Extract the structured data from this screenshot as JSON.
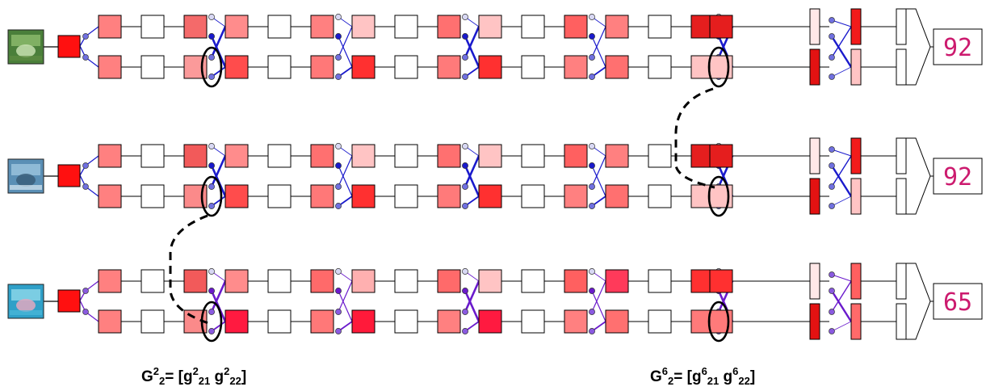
{
  "rows": [
    {
      "output": "92",
      "edge_color": "#1a1acc",
      "dot_color": "#7070e0",
      "thumb_colors": [
        "#4a7f3a",
        "#8dbd6e",
        "#c7e0b0",
        "#5e8c42"
      ],
      "stages": [
        {
          "top": [
            "#ff8080",
            "#ffffff",
            "#f46a6a"
          ],
          "bottom": [
            "#ff8080",
            "#ffffff",
            "#fb9a9a"
          ]
        },
        {
          "top": [
            "#ff8c8c",
            "#ffffff",
            "#ff8080"
          ],
          "bottom": [
            "#ff4c4c",
            "#ffffff",
            "#ff7878"
          ]
        },
        {
          "top": [
            "#ffc4c4",
            "#ffffff",
            "#ff7070"
          ],
          "bottom": [
            "#ff3030",
            "#ffffff",
            "#ff7a7a"
          ]
        },
        {
          "top": [
            "#ffc4c4",
            "#ffffff",
            "#ff6060"
          ],
          "bottom": [
            "#ff3030",
            "#ffffff",
            "#ff8080"
          ]
        },
        {
          "top": [
            "#ff8080",
            "#ffffff",
            "#e51e1e"
          ],
          "bottom": [
            "#ff7070",
            "#ffffff",
            "#ffc4c4"
          ]
        }
      ],
      "final": {
        "top": [
          "#ffe8e8",
          "#f21b1b",
          "#ffffff"
        ],
        "bottom": [
          "#e31212",
          "#ffc4c4",
          "#ffffff"
        ]
      }
    },
    {
      "output": "92",
      "edge_color": "#1a1acc",
      "dot_color": "#7070e0",
      "thumb_colors": [
        "#5a8fb5",
        "#9cc4de",
        "#3a5e7a",
        "#d8e8f2"
      ],
      "stages": [
        {
          "top": [
            "#ff8080",
            "#ffffff",
            "#f25a5a"
          ],
          "bottom": [
            "#ff8080",
            "#ffffff",
            "#fb8a8a"
          ]
        },
        {
          "top": [
            "#ff8c8c",
            "#ffffff",
            "#ff7070"
          ],
          "bottom": [
            "#ff4c4c",
            "#ffffff",
            "#ff7878"
          ]
        },
        {
          "top": [
            "#ffc4c4",
            "#ffffff",
            "#ff7070"
          ],
          "bottom": [
            "#ff3030",
            "#ffffff",
            "#ff7a7a"
          ]
        },
        {
          "top": [
            "#ffc4c4",
            "#ffffff",
            "#ff6060"
          ],
          "bottom": [
            "#ff3030",
            "#ffffff",
            "#ff8080"
          ]
        },
        {
          "top": [
            "#ff8080",
            "#ffffff",
            "#e51e1e"
          ],
          "bottom": [
            "#ff7070",
            "#ffffff",
            "#ffc4c4"
          ]
        }
      ],
      "final": {
        "top": [
          "#ffe8e8",
          "#f21b1b",
          "#ffffff"
        ],
        "bottom": [
          "#e31212",
          "#ffc4c4",
          "#ffffff"
        ]
      }
    },
    {
      "output": "65",
      "edge_color": "#6a1acc",
      "dot_color": "#8a5ae0",
      "thumb_colors": [
        "#2fa0c8",
        "#8fd8ea",
        "#e0a8c0",
        "#4ab8d8"
      ],
      "stages": [
        {
          "top": [
            "#ff8080",
            "#ffffff",
            "#f25a5a"
          ],
          "bottom": [
            "#ff8080",
            "#ffffff",
            "#fb8a8a"
          ]
        },
        {
          "top": [
            "#ff8c8c",
            "#ffffff",
            "#ff6a6a"
          ],
          "bottom": [
            "#ff1a40",
            "#ffffff",
            "#ff7878"
          ]
        },
        {
          "top": [
            "#ffb0b0",
            "#ffffff",
            "#ff6a6a"
          ],
          "bottom": [
            "#ff1a3a",
            "#ffffff",
            "#ff8080"
          ]
        },
        {
          "top": [
            "#ffc4c4",
            "#ffffff",
            "#ff6060"
          ],
          "bottom": [
            "#ff1a40",
            "#ffffff",
            "#ff8080"
          ]
        },
        {
          "top": [
            "#ff3a5a",
            "#ffffff",
            "#ff3030"
          ],
          "bottom": [
            "#ff7070",
            "#ffffff",
            "#ff7a7a"
          ]
        }
      ],
      "final": {
        "top": [
          "#ffe8e8",
          "#ff6060",
          "#ffffff"
        ],
        "bottom": [
          "#e31212",
          "#ff6a6a",
          "#ffffff"
        ]
      }
    }
  ],
  "highlight_stages": [
    1,
    5
  ],
  "formulas": [
    {
      "G": "G",
      "sup1": "2",
      "sub1": "2",
      "eq": "= [g",
      "sup2": "2",
      "sub2": "21",
      "mid": " g",
      "sup3": "2",
      "sub3": "22",
      "end": "]"
    },
    {
      "G": "G",
      "sup1": "6",
      "sub1": "2",
      "eq": "= [g",
      "sup2": "6",
      "sub2": "21",
      "mid": " g",
      "sup3": "6",
      "sub3": "22",
      "end": "]"
    }
  ]
}
